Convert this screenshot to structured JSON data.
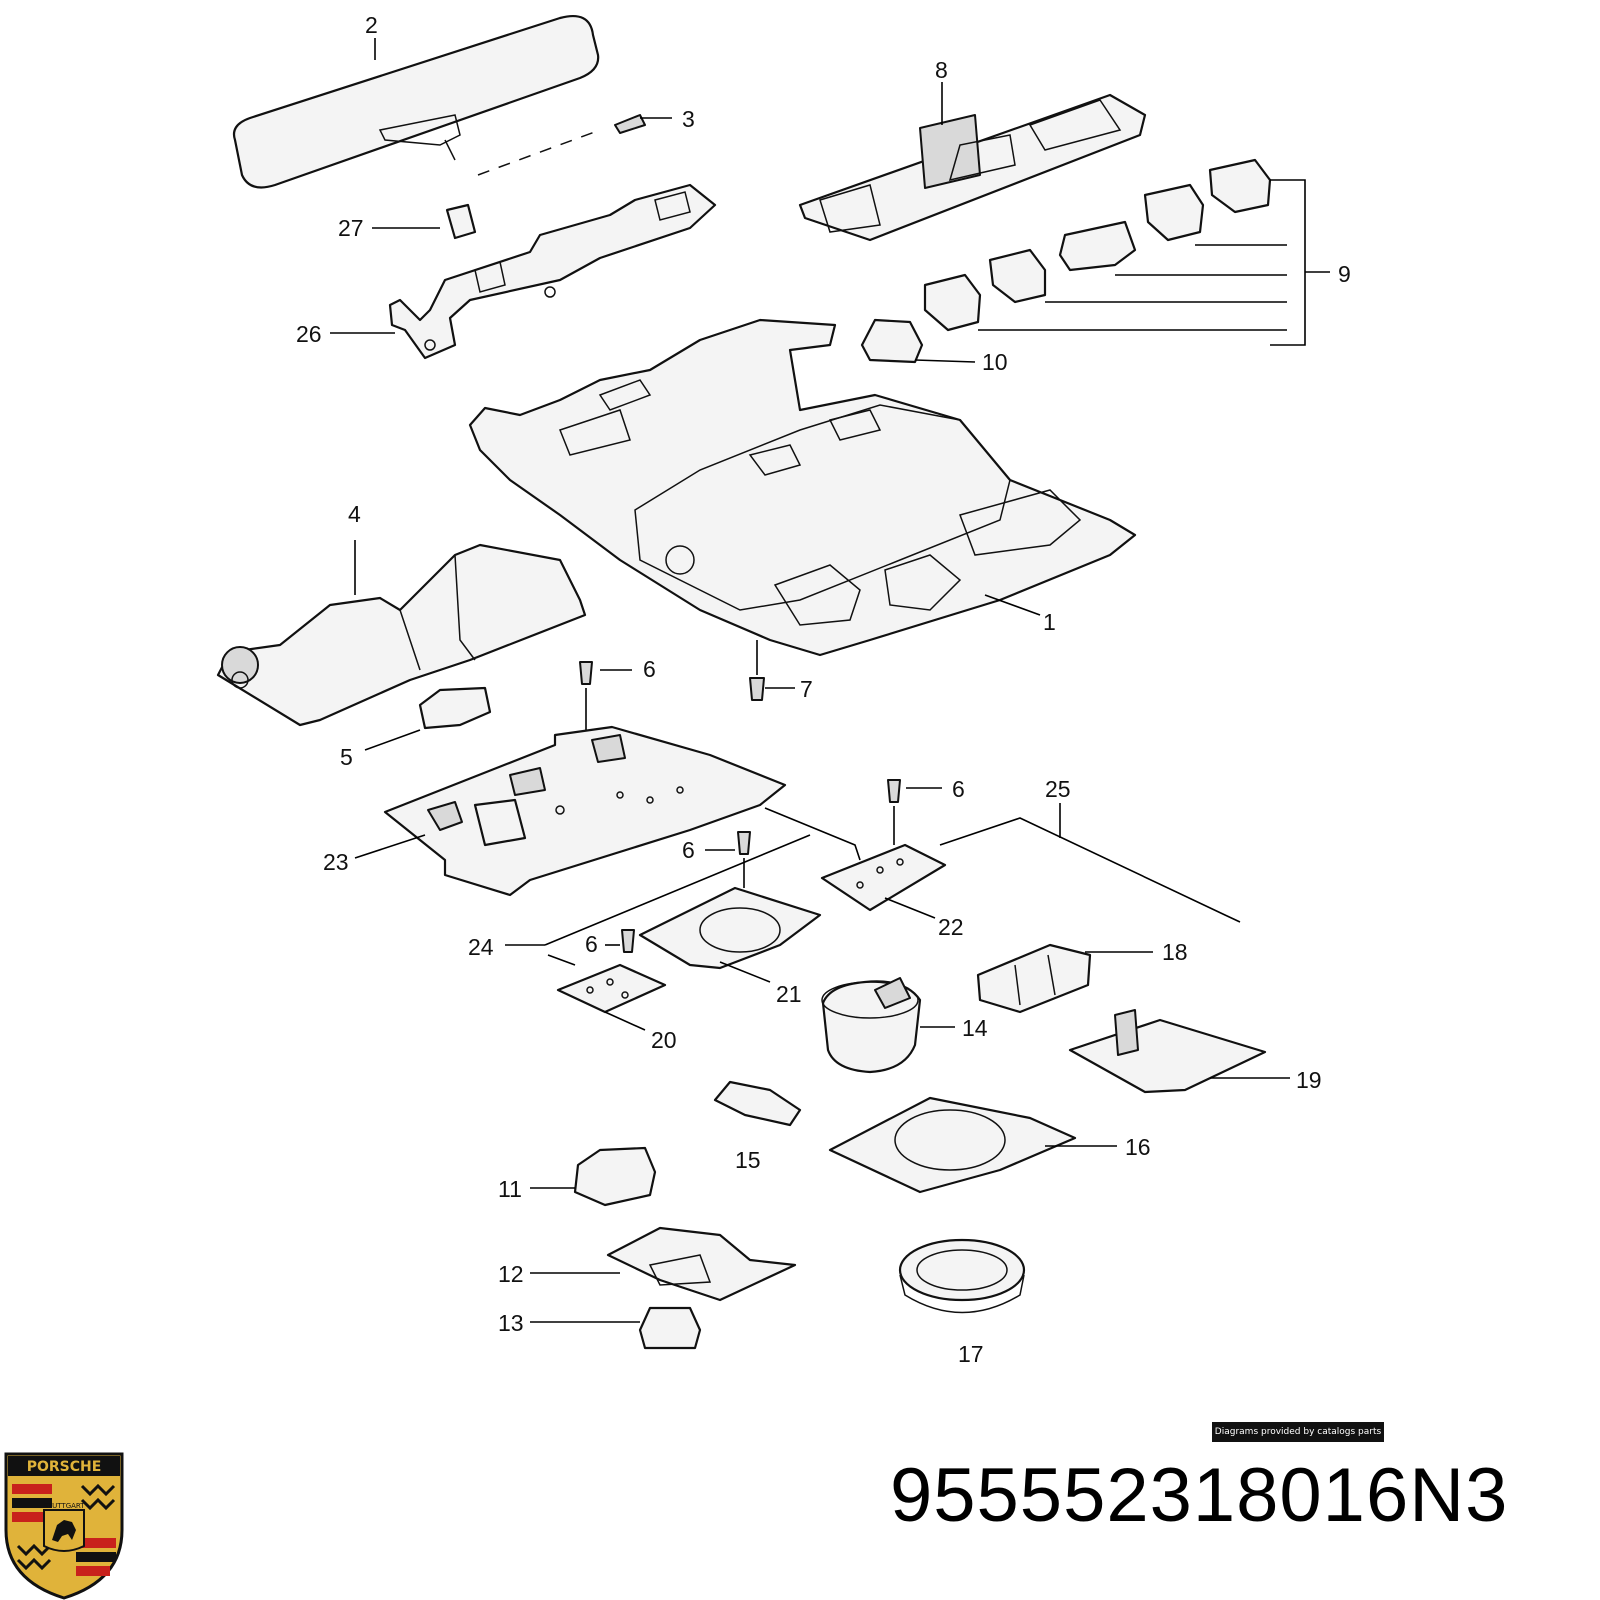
{
  "diagram": {
    "callouts": [
      "2",
      "3",
      "27",
      "26",
      "8",
      "9",
      "10",
      "4",
      "1",
      "6",
      "7",
      "5",
      "23",
      "6",
      "6",
      "25",
      "22",
      "24",
      "6",
      "18",
      "21",
      "14",
      "20",
      "19",
      "15",
      "16",
      "11",
      "12",
      "17",
      "13"
    ]
  },
  "credit": "Diagrams provided by catalogs parts",
  "part_number": "955552318016N3",
  "logo": {
    "brand_text": "PORSCHE",
    "city_text": "STUTTGART",
    "colors": {
      "gold": "#e0b33a",
      "red": "#c8211c",
      "black": "#111111",
      "gold_stripe": "#d9a52c"
    }
  }
}
